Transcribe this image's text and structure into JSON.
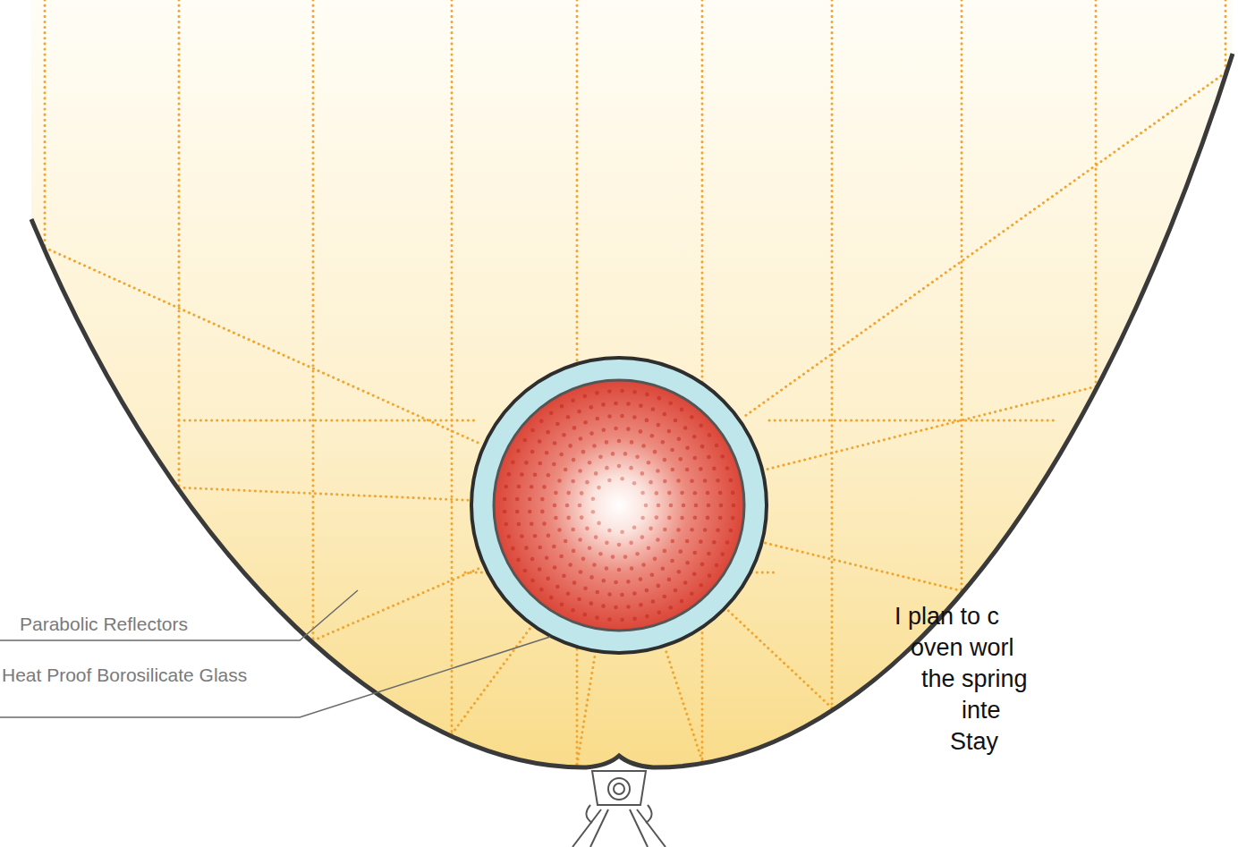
{
  "diagram": {
    "labels": [
      "Parabolic Reflectors",
      "Heat Proof Borosilicate Glass",
      "I plan to c",
      "oven worl",
      "the spring",
      "inte",
      "Stay"
    ]
  }
}
